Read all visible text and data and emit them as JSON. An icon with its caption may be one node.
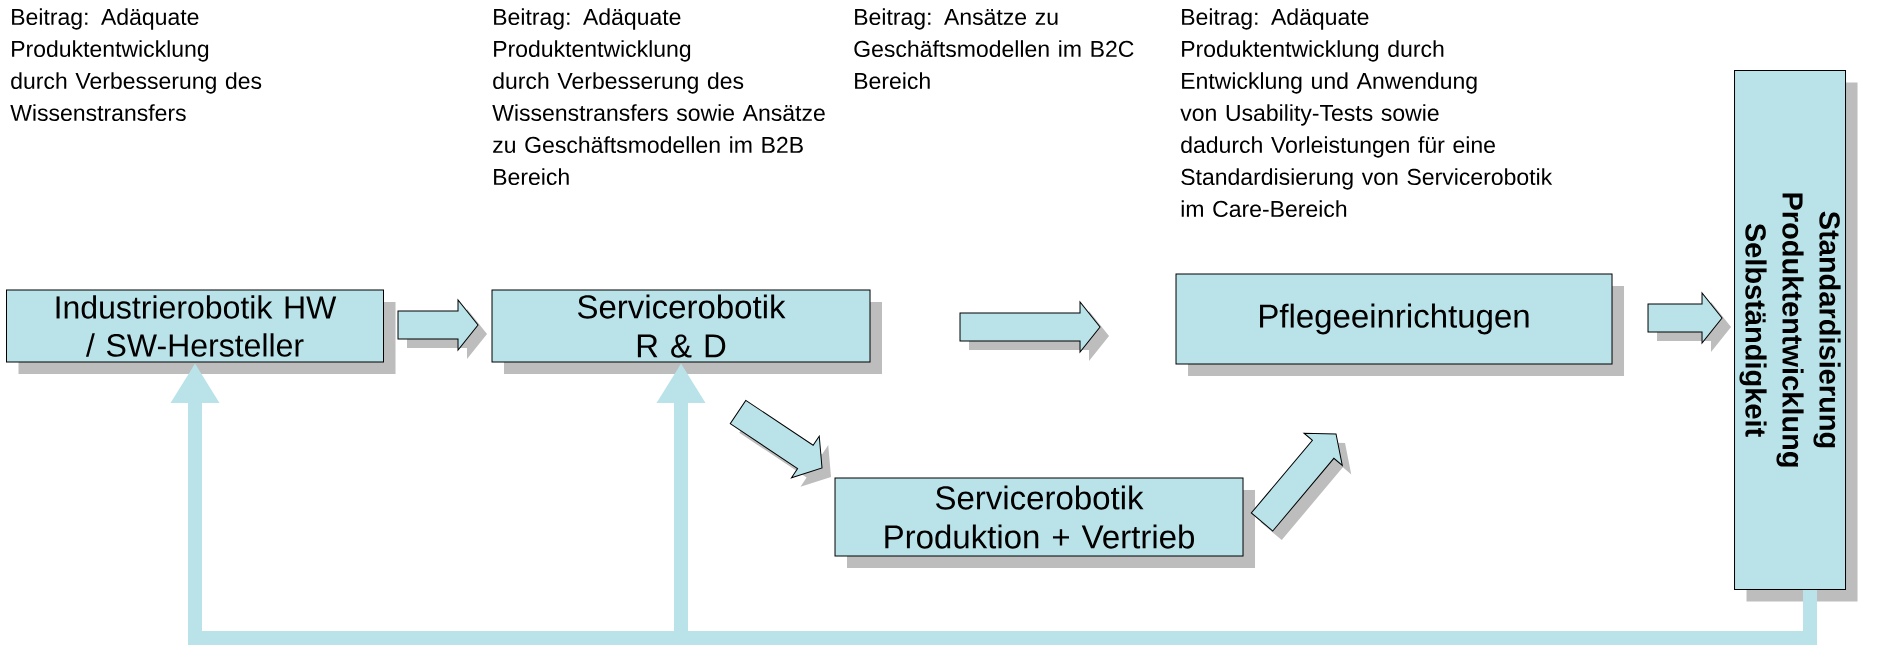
{
  "diagram": {
    "nodes": [
      {
        "text": [
          "Industrierobotik HW / SW-Hersteller"
        ]
      },
      {
        "text": [
          "Servicerobotik R & D"
        ]
      },
      {
        "text": [
          "Servicerobotik Produktion + Vertrieb"
        ]
      },
      {
        "text": [
          "Pflegeeinrichtugen"
        ]
      },
      {
        "text": [
          "Standardisierung Produktentwicklung Selbständigkeit"
        ]
      }
    ],
    "edges": [
      {
        "from": 0,
        "to": 1,
        "arrow": "to"
      },
      {
        "from": 1,
        "to": 2,
        "arrow": "to"
      },
      {
        "from": 1,
        "to": 3,
        "arrow": "to"
      },
      {
        "from": 2,
        "to": 3,
        "arrow": "to"
      },
      {
        "from": 3,
        "to": 4,
        "arrow": "to"
      },
      {
        "from": 4,
        "to": 0,
        "arrow": "to",
        "color": "#b9e3e9"
      },
      {
        "from": 4,
        "to": 1,
        "arrow": "to",
        "color": "#b9e3e9"
      }
    ],
    "labels": [
      "Beitrag: Adäquate Produktentwicklung durch Verbesserung des Wissenstransfers",
      "Beitrag: Adäquate Produktentwicklung durch Verbesserung des Wissenstransfers sowie Ansätze zu Geschäftsmodellen im B2B Bereich",
      "Beitrag: Ansätze zu Geschäftsmodellen im B2C Bereich",
      "Beitrag: Adäquate Produktentwicklung durch Entwicklung und Anwendung von Usability-Tests sowie dadurch Vorleistungen für eine Standardisierung von Servicerobotik im Care-Bereich"
    ]
  }
}
